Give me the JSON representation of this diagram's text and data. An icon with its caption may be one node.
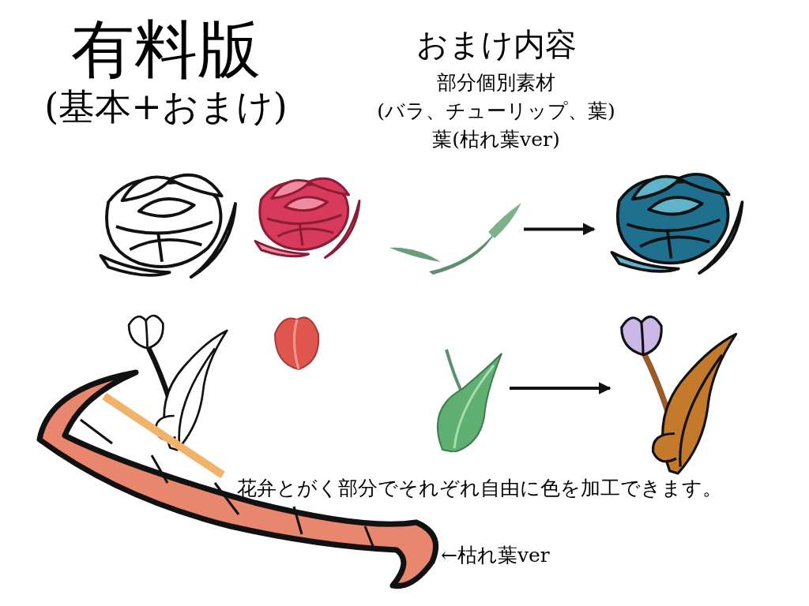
{
  "diagram": {
    "nodes": [
      {
        "text": [],
        "shape": "picture"
      },
      {
        "text": [],
        "shape": "picture"
      },
      {
        "text": [],
        "shape": "picture"
      },
      {
        "text": [],
        "shape": "picture"
      },
      {
        "text": [],
        "shape": "picture"
      },
      {
        "text": [],
        "shape": "picture"
      },
      {
        "text": [],
        "shape": "picture"
      },
      {
        "text": [],
        "shape": "picture"
      },
      {
        "text": [],
        "shape": "picture",
        "beside": [
          "←枯れ葉ver"
        ]
      }
    ],
    "edges": [
      {
        "from": 2,
        "to": 3,
        "arrow": "to"
      },
      {
        "from": 6,
        "to": 7,
        "arrow": "to"
      }
    ],
    "labels": [
      "有料版",
      "(基本+おまけ)",
      "おまけ内容",
      "部分個別素材",
      "(バラ、チューリップ、葉)",
      "葉(枯れ葉ver)",
      "花弁とがく部分でそれぞれ自由に色を加工できます。"
    ]
  }
}
